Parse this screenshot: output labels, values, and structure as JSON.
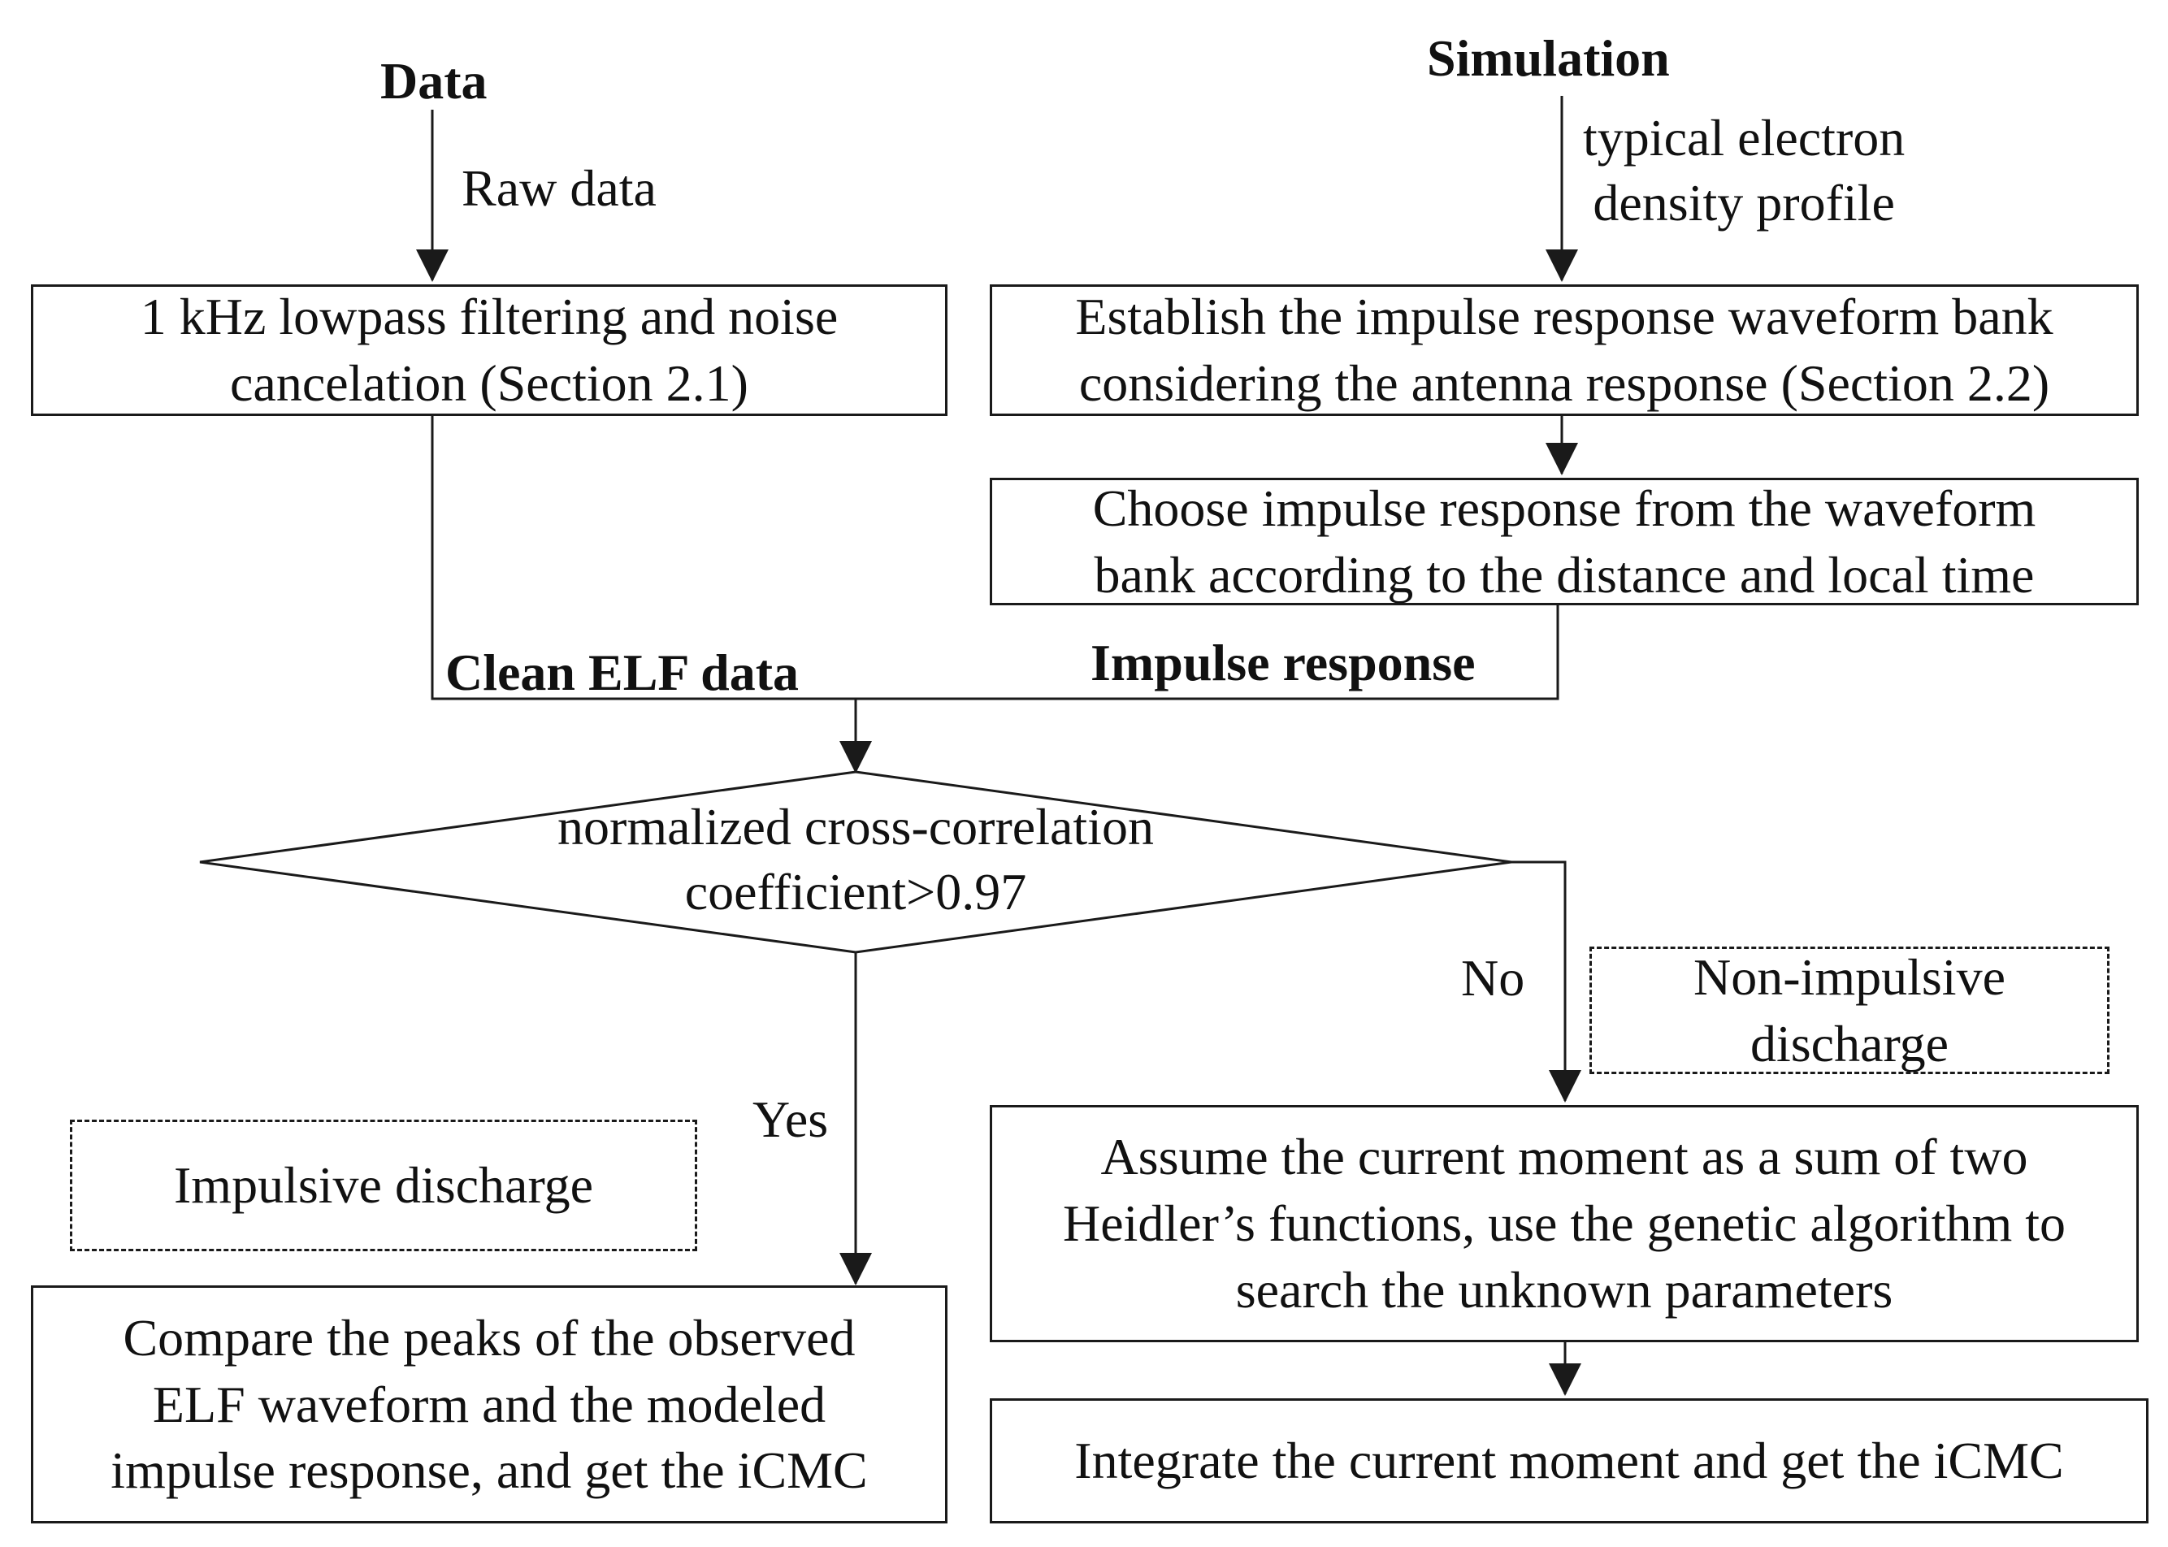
{
  "headers": {
    "data": "Data",
    "simulation": "Simulation"
  },
  "edge_labels": {
    "raw_data": "Raw data",
    "electron_profile": "typical electron\ndensity profile",
    "clean_elf": "Clean ELF data",
    "impulse_response": "Impulse response",
    "yes": "Yes",
    "no": "No"
  },
  "boxes": {
    "lowpass": "1 kHz lowpass filtering and noise\ncancelation (Section 2.1)",
    "waveform_bank": "Establish the impulse response waveform bank\nconsidering the antenna response (Section 2.2)",
    "choose_impulse": "Choose impulse response from the waveform\nbank according to the distance and local time",
    "decision": "normalized cross-correlation\ncoefficient>0.97",
    "impulsive": "Impulsive discharge",
    "non_impulsive": "Non-impulsive\ndischarge",
    "compare_peaks": "Compare the peaks of the observed\nELF waveform and the modeled\nimpulse response, and get the iCMC",
    "heidler": "Assume the current moment as a sum of two\nHeidler’s functions, use the genetic algorithm to\nsearch the unknown parameters",
    "integrate": "Integrate the current moment and get the iCMC"
  }
}
